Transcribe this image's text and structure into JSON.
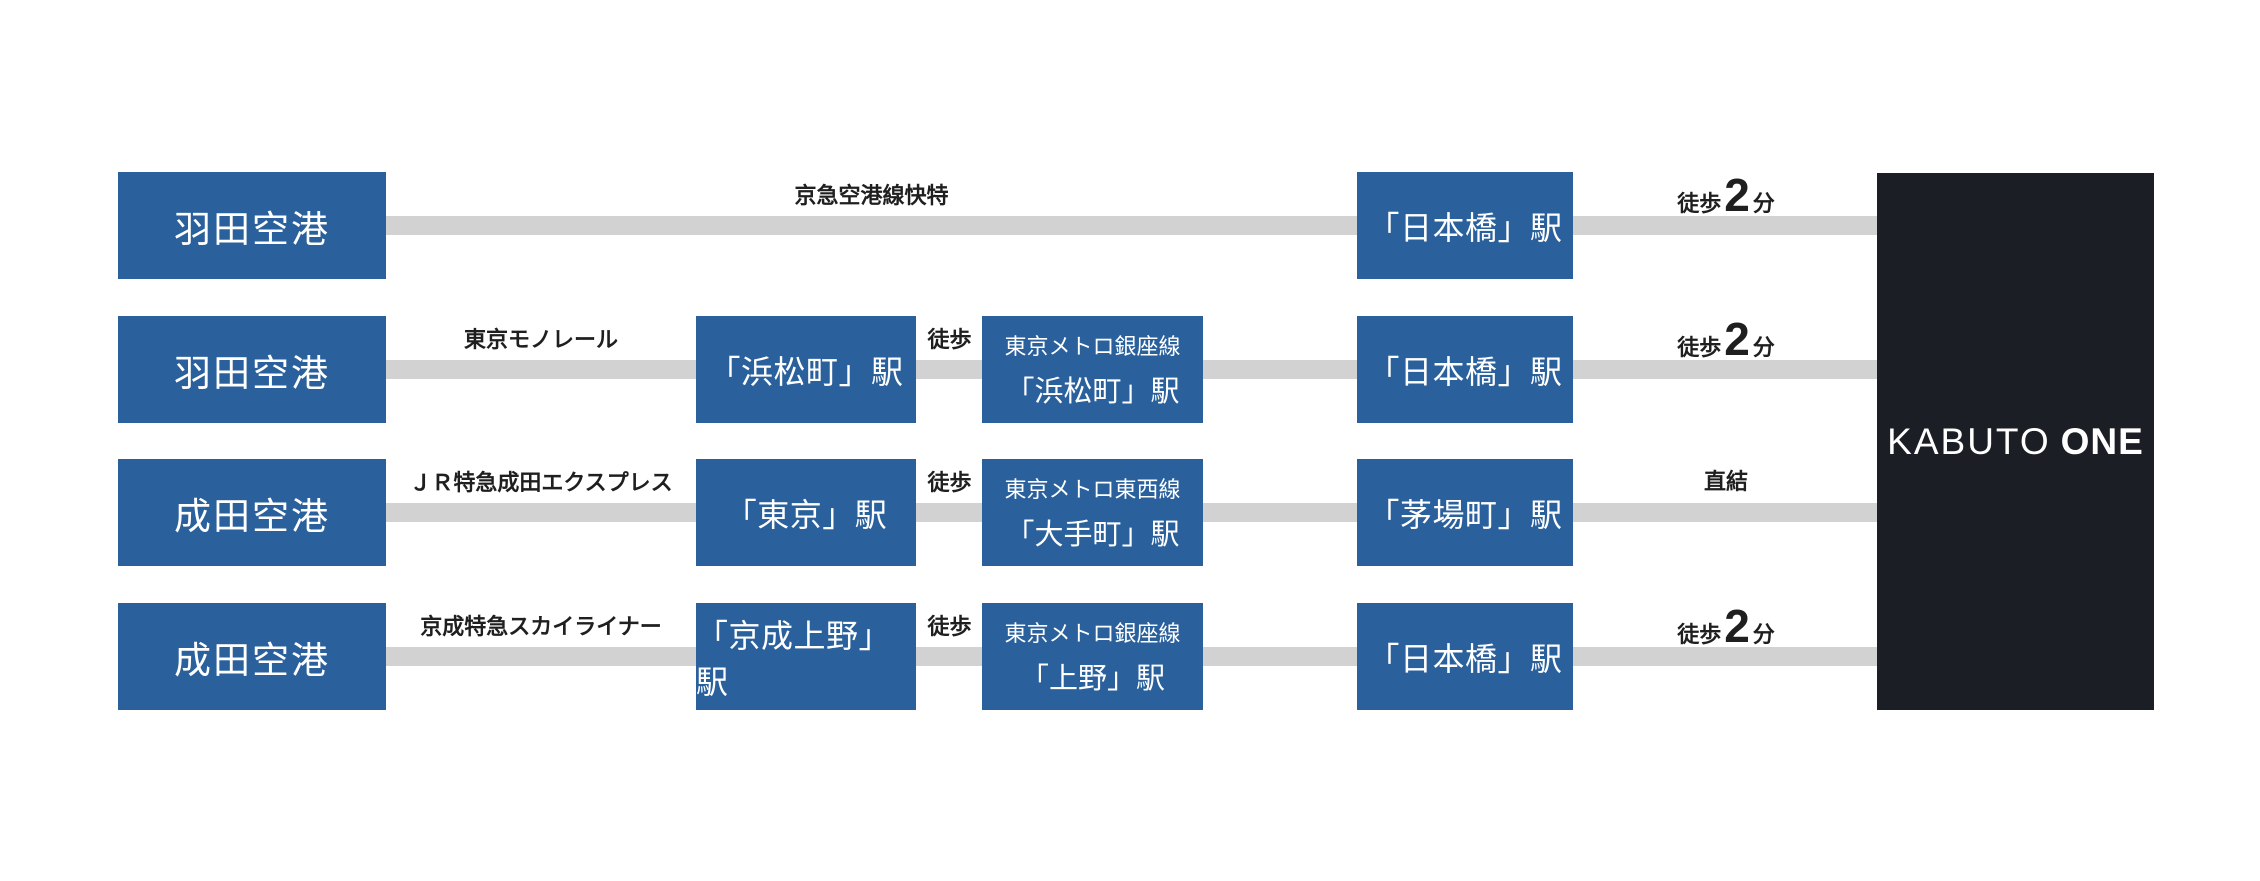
{
  "page": {
    "background": "#ffffff",
    "description_colors": {
      "station_box_blue": "#2a609c",
      "building_box_dark": "#1b1e25",
      "connector_line_gray": "#d2d2d2",
      "label_text": "#1f1f1f",
      "box_text": "#ffffff"
    }
  },
  "destination": {
    "brand_light": "KABUTO",
    "brand_bold": "ONE"
  },
  "rows": [
    {
      "origin": "羽田空港",
      "route": "京急空港線快特",
      "final_station": "「日本橋」駅",
      "exit_pre": "徒歩",
      "exit_big": "2",
      "exit_post": "分"
    },
    {
      "origin": "羽田空港",
      "route": "東京モノレール",
      "mid_station": "「浜松町」駅",
      "walk": "徒歩",
      "metro_line": "東京メトロ銀座線",
      "metro_station": "「浜松町」駅",
      "final_station": "「日本橋」駅",
      "exit_pre": "徒歩",
      "exit_big": "2",
      "exit_post": "分"
    },
    {
      "origin": "成田空港",
      "route": "ＪＲ特急成田エクスプレス",
      "mid_station": "「東京」駅",
      "walk": "徒歩",
      "metro_line": "東京メトロ東西線",
      "metro_station": "「大手町」駅",
      "final_station": "「茅場町」駅",
      "exit_pre": "直結",
      "exit_big": "",
      "exit_post": ""
    },
    {
      "origin": "成田空港",
      "route": "京成特急スカイライナー",
      "mid_station": "「京成上野」駅",
      "walk": "徒歩",
      "metro_line": "東京メトロ銀座線",
      "metro_station": "「上野」駅",
      "final_station": "「日本橋」駅",
      "exit_pre": "徒歩",
      "exit_big": "2",
      "exit_post": "分"
    }
  ]
}
